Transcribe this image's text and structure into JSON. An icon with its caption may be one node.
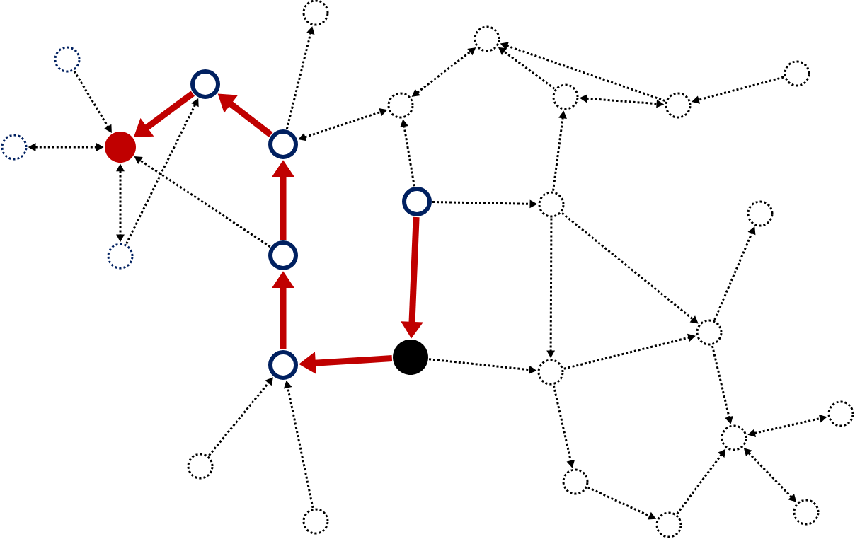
{
  "diagram": {
    "nodes": [
      {
        "text": [],
        "shape": "circle"
      },
      {
        "text": [],
        "shape": "circle"
      },
      {
        "text": [],
        "shape": "circle"
      },
      {
        "text": [],
        "shape": "circle"
      },
      {
        "text": [],
        "shape": "circle"
      },
      {
        "text": [],
        "shape": "circle"
      },
      {
        "text": [],
        "shape": "circle"
      },
      {
        "text": [],
        "shape": "circle"
      },
      {
        "text": [],
        "shape": "circle"
      },
      {
        "text": [],
        "shape": "circle"
      },
      {
        "text": [],
        "shape": "circle"
      },
      {
        "text": [],
        "shape": "circle"
      },
      {
        "text": [],
        "shape": "circle"
      },
      {
        "text": [],
        "shape": "circle"
      },
      {
        "text": [],
        "shape": "circle"
      },
      {
        "text": [],
        "shape": "circle"
      },
      {
        "text": [],
        "shape": "circle"
      },
      {
        "text": [],
        "shape": "circle"
      },
      {
        "text": [],
        "shape": "circle"
      },
      {
        "text": [],
        "shape": "circle"
      },
      {
        "text": [],
        "shape": "circle"
      },
      {
        "text": [],
        "shape": "circle"
      },
      {
        "text": [],
        "shape": "circle"
      },
      {
        "text": [],
        "shape": "circle"
      },
      {
        "text": [],
        "shape": "circle"
      },
      {
        "text": [],
        "shape": "circle"
      },
      {
        "text": [],
        "shape": "circle"
      }
    ],
    "edges": [
      {
        "from": 4,
        "to": 10,
        "arrow": "to",
        "style": "thick",
        "color": "#c00000"
      },
      {
        "from": 8,
        "to": 4,
        "arrow": "to",
        "style": "thick",
        "color": "#c00000"
      },
      {
        "from": 14,
        "to": 8,
        "arrow": "to",
        "style": "thick",
        "color": "#c00000"
      },
      {
        "from": 18,
        "to": 14,
        "arrow": "to",
        "style": "thick",
        "color": "#c00000"
      },
      {
        "from": 17,
        "to": 18,
        "arrow": "to",
        "style": "thick",
        "color": "#c00000"
      },
      {
        "from": 11,
        "to": 17,
        "arrow": "to",
        "style": "thick",
        "color": "#c00000"
      },
      {
        "from": 2,
        "to": 10,
        "arrow": "to",
        "style": "dashed"
      },
      {
        "from": 9,
        "to": 10,
        "arrow": "both",
        "style": "dashed"
      },
      {
        "from": 10,
        "to": 15,
        "arrow": "both",
        "style": "dashed"
      },
      {
        "from": 15,
        "to": 4,
        "arrow": "to",
        "style": "dashed"
      },
      {
        "from": 14,
        "to": 10,
        "arrow": "to",
        "style": "dashed"
      },
      {
        "from": 8,
        "to": 0,
        "arrow": "to",
        "style": "dashed"
      },
      {
        "from": 8,
        "to": 6,
        "arrow": "both",
        "style": "dashed"
      },
      {
        "from": 11,
        "to": 6,
        "arrow": "to",
        "style": "dashed"
      },
      {
        "from": 6,
        "to": 1,
        "arrow": "both",
        "style": "dashed"
      },
      {
        "from": 5,
        "to": 1,
        "arrow": "to",
        "style": "dashed"
      },
      {
        "from": 7,
        "to": 1,
        "arrow": "to",
        "style": "dashed"
      },
      {
        "from": 5,
        "to": 7,
        "arrow": "both",
        "style": "dashed"
      },
      {
        "from": 3,
        "to": 7,
        "arrow": "to",
        "style": "dashed"
      },
      {
        "from": 12,
        "to": 5,
        "arrow": "to",
        "style": "dashed"
      },
      {
        "from": 11,
        "to": 12,
        "arrow": "to",
        "style": "dashed"
      },
      {
        "from": 12,
        "to": 19,
        "arrow": "to",
        "style": "dashed"
      },
      {
        "from": 12,
        "to": 16,
        "arrow": "to",
        "style": "dashed"
      },
      {
        "from": 17,
        "to": 19,
        "arrow": "to",
        "style": "dashed"
      },
      {
        "from": 19,
        "to": 16,
        "arrow": "to",
        "style": "dashed"
      },
      {
        "from": 16,
        "to": 13,
        "arrow": "to",
        "style": "dashed"
      },
      {
        "from": 16,
        "to": 21,
        "arrow": "to",
        "style": "dashed"
      },
      {
        "from": 19,
        "to": 23,
        "arrow": "to",
        "style": "dashed"
      },
      {
        "from": 23,
        "to": 26,
        "arrow": "to",
        "style": "dashed"
      },
      {
        "from": 26,
        "to": 21,
        "arrow": "to",
        "style": "dashed"
      },
      {
        "from": 21,
        "to": 20,
        "arrow": "both",
        "style": "dashed"
      },
      {
        "from": 21,
        "to": 24,
        "arrow": "both",
        "style": "dashed"
      },
      {
        "from": 22,
        "to": 18,
        "arrow": "to",
        "style": "dashed"
      },
      {
        "from": 25,
        "to": 18,
        "arrow": "to",
        "style": "dashed"
      }
    ]
  }
}
